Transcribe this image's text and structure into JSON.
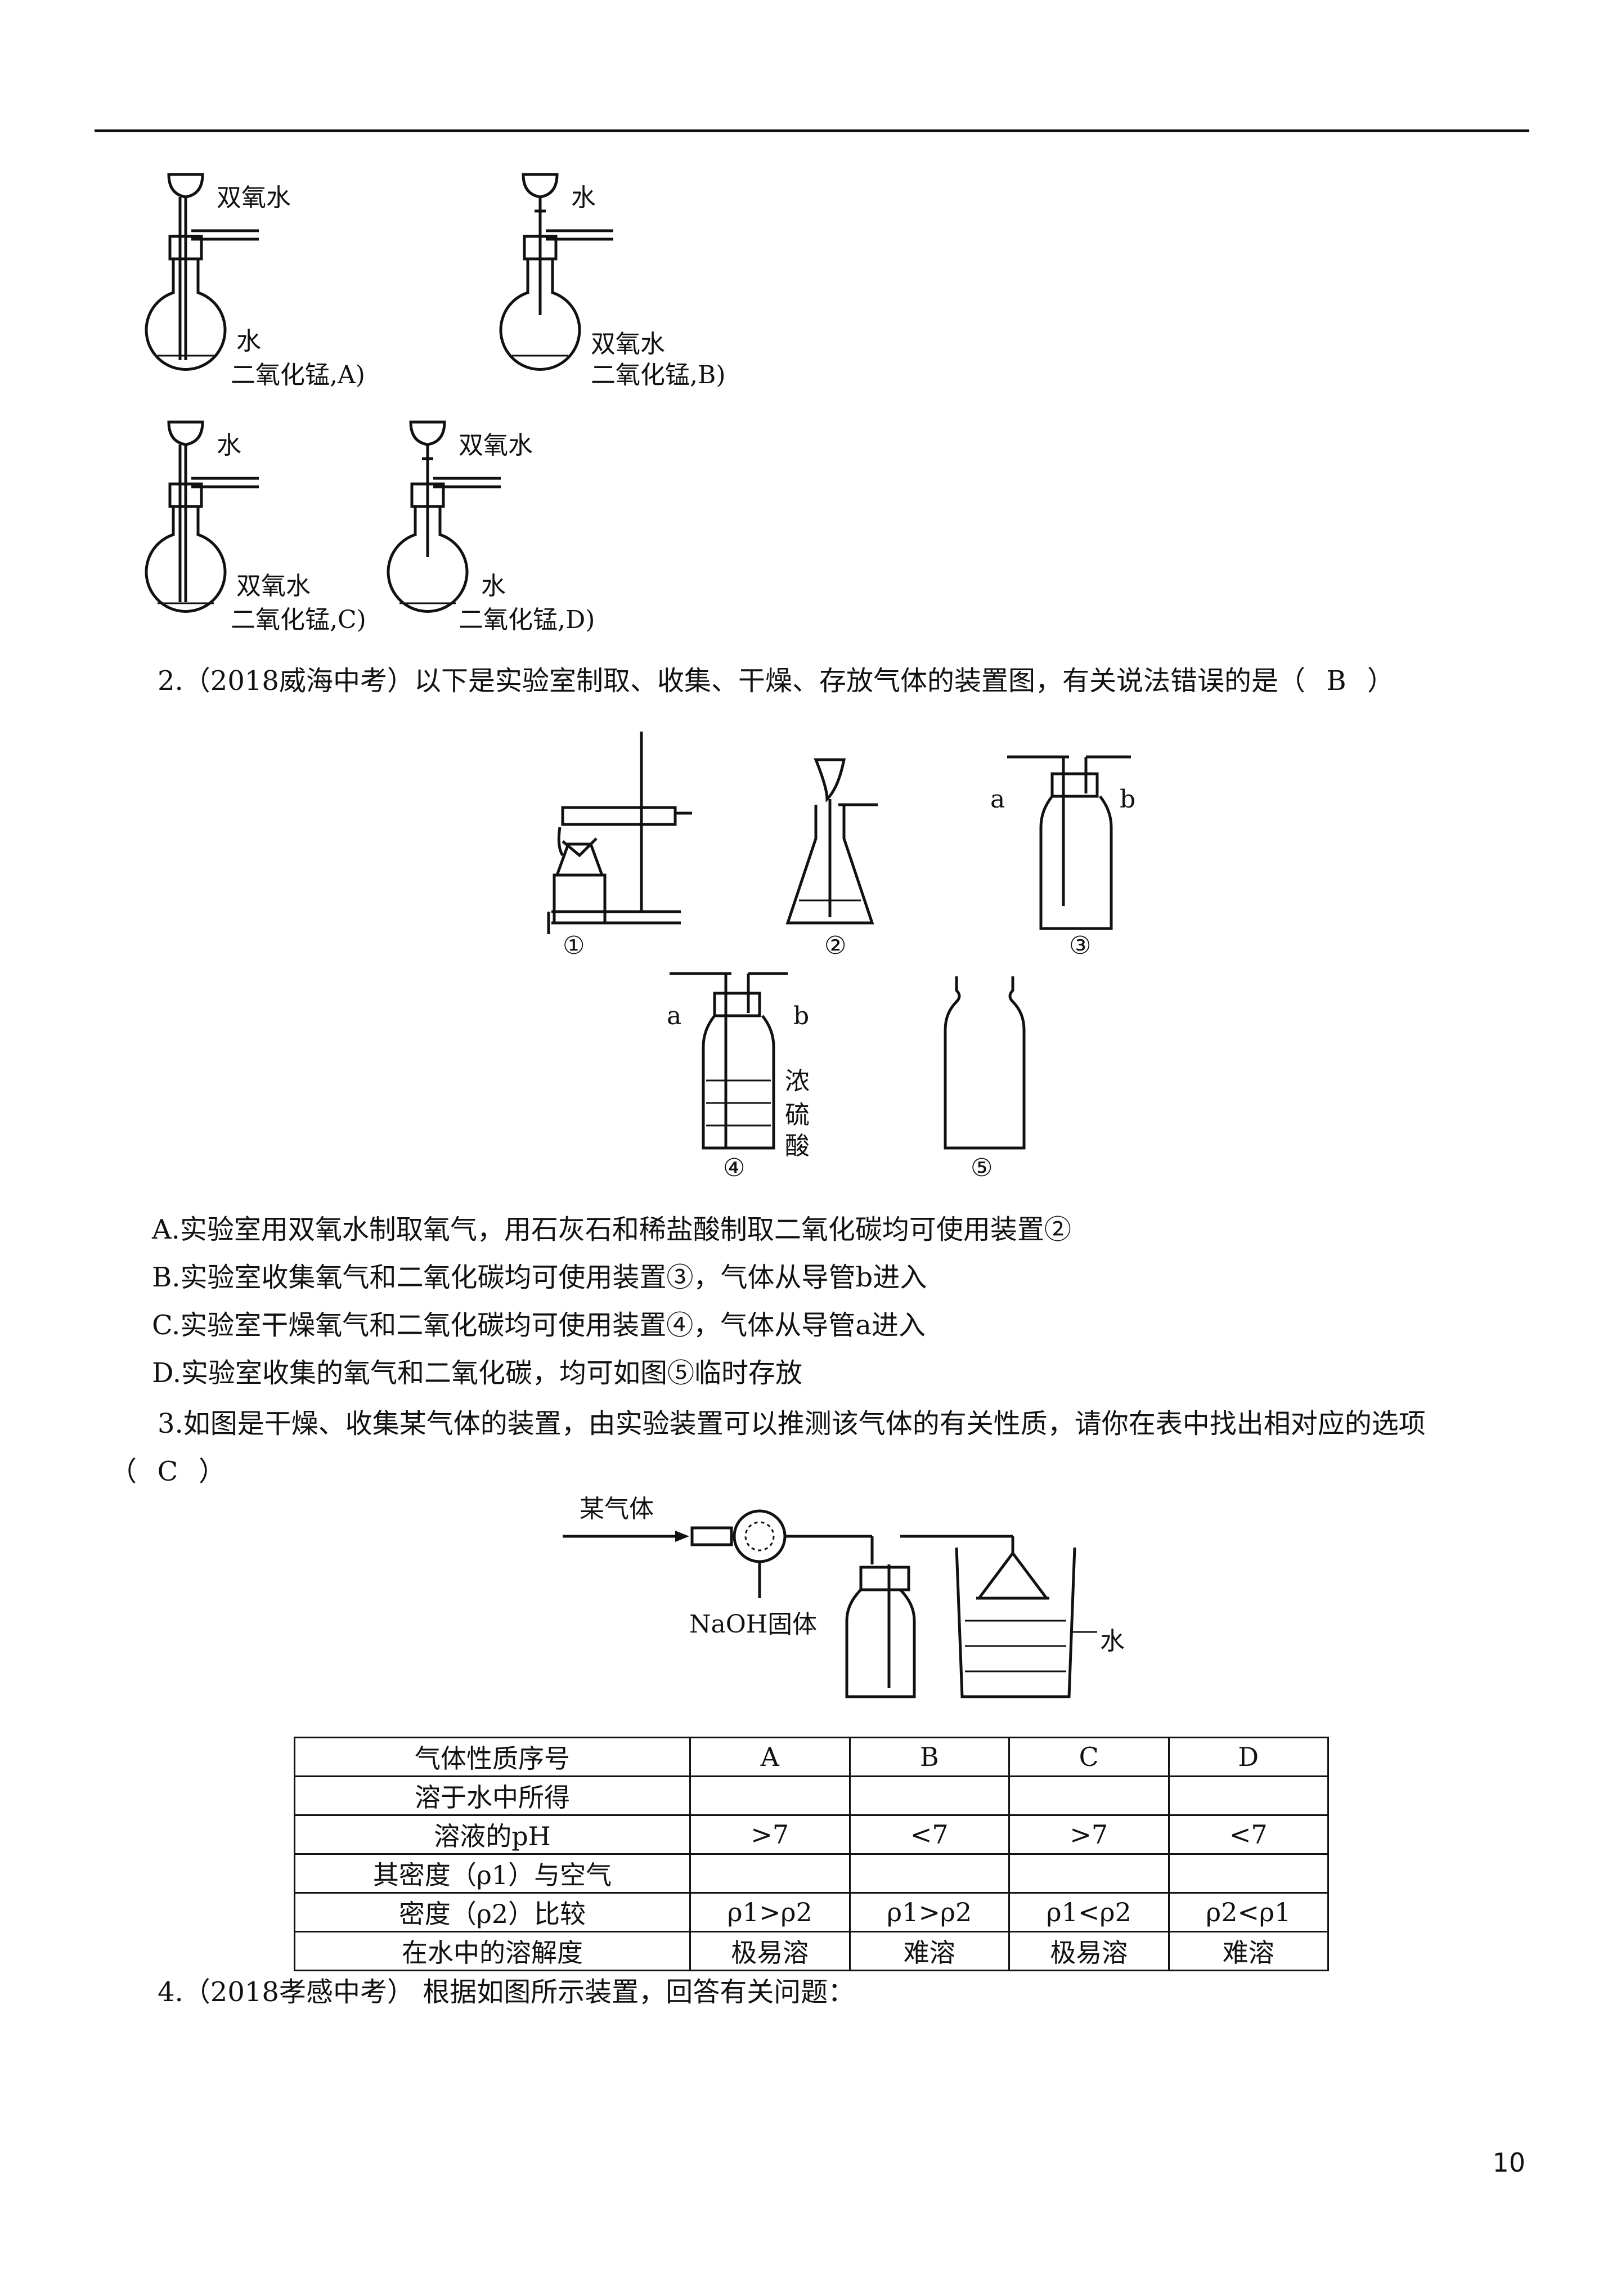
{
  "fig1": {
    "A": {
      "top": "双氧水",
      "mid": "水",
      "bot": "二氧化锰,A)"
    },
    "B": {
      "top": "水",
      "mid": "双氧水",
      "bot": "二氧化锰,B)"
    },
    "C": {
      "top": "水",
      "mid": "双氧水",
      "bot": "二氧化锰,C)"
    },
    "D": {
      "top": "双氧水",
      "mid": "水",
      "bot": "二氧化锰,D)"
    }
  },
  "q2": {
    "stem": "2.（2018威海中考）以下是实验室制取、收集、干燥、存放气体的装置图，有关说法错误的是（",
    "answer": "B",
    "close": "）",
    "labels": {
      "n1": "①",
      "n2": "②",
      "n3": "③",
      "n4": "④",
      "n5": "⑤",
      "a": "a",
      "b": "b",
      "acid1": "浓",
      "acid2": "硫",
      "acid3": "酸"
    },
    "options": [
      "A.实验室用双氧水制取氧气，用石灰石和稀盐酸制取二氧化碳均可使用装置②",
      "B.实验室收集氧气和二氧化碳均可使用装置③，气体从导管b进入",
      "C.实验室干燥氧气和二氧化碳均可使用装置④，气体从导管a进入",
      "D.实验室收集的氧气和二氧化碳，均可如图⑤临时存放"
    ]
  },
  "q3": {
    "stem": "3.如图是干燥、收集某气体的装置，由实验装置可以推测该气体的有关性质，请你在表中找出相对应的选项",
    "open": "（",
    "answer": "C",
    "close": "）",
    "labels": {
      "gas": "某气体",
      "naoh": "NaOH固体",
      "water": "水"
    },
    "table": {
      "header": [
        "气体性质序号",
        "A",
        "B",
        "C",
        "D"
      ],
      "rows": [
        [
          "溶于水中所得",
          "",
          "",
          "",
          ""
        ],
        [
          "溶液的pH",
          ">7",
          "<7",
          ">7",
          "<7"
        ],
        [
          "其密度（ρ1）与空气",
          "",
          "",
          "",
          ""
        ],
        [
          "密度（ρ2）比较",
          "ρ1>ρ2",
          "ρ1>ρ2",
          "ρ1<ρ2",
          "ρ2<ρ1"
        ],
        [
          "在水中的溶解度",
          "极易溶",
          "难溶",
          "极易溶",
          "难溶"
        ]
      ]
    }
  },
  "q4": {
    "stem": "4.（2018孝感中考） 根据如图所示装置，回答有关问题："
  },
  "page_number": "10"
}
